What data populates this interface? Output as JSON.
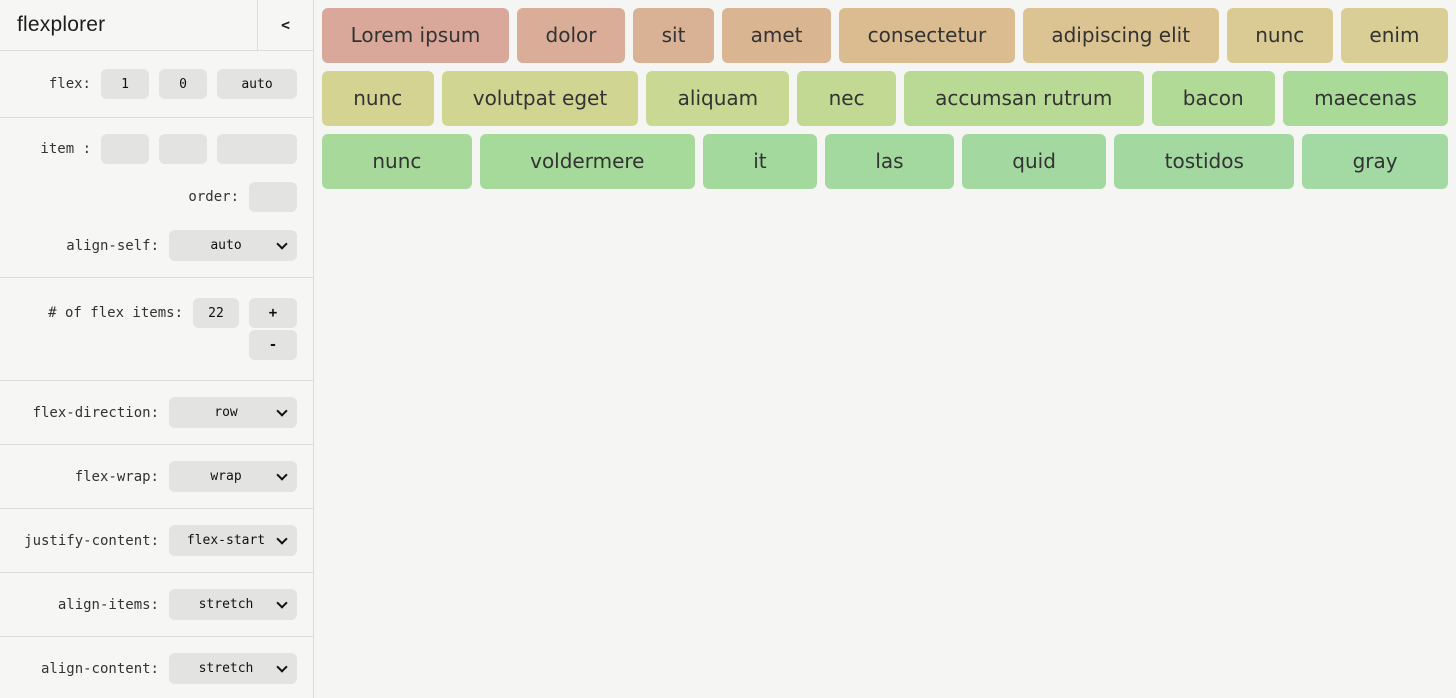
{
  "app": {
    "title": "flexplorer",
    "collapse_icon": "<"
  },
  "controls": {
    "flex": {
      "label": "flex:",
      "grow": "1",
      "shrink": "0",
      "basis": "auto"
    },
    "item": {
      "label": "item :",
      "grow": "",
      "shrink": "",
      "basis": ""
    },
    "order": {
      "label": "order:",
      "value": ""
    },
    "align_self": {
      "label": "align-self:",
      "value": "auto"
    },
    "count": {
      "label": "# of flex items:",
      "value": "22",
      "increment": "+",
      "decrement": "-"
    },
    "flex_direction": {
      "label": "flex-direction:",
      "value": "row"
    },
    "flex_wrap": {
      "label": "flex-wrap:",
      "value": "wrap"
    },
    "justify_content": {
      "label": "justify-content:",
      "value": "flex-start"
    },
    "align_items": {
      "label": "align-items:",
      "value": "stretch"
    },
    "align_content": {
      "label": "align-content:",
      "value": "stretch"
    }
  },
  "flex_items": {
    "text_color": "#333333",
    "rows": [
      {
        "items": [
          {
            "label": "Lorem ipsum",
            "color": "#daa89a"
          },
          {
            "label": "dolor",
            "color": "#d9ad97"
          },
          {
            "label": "sit",
            "color": "#d9b194"
          },
          {
            "label": "amet",
            "color": "#dab591"
          },
          {
            "label": "consectetur",
            "color": "#dabc90"
          },
          {
            "label": "adipiscing elit",
            "color": "#dbc392"
          },
          {
            "label": "nunc",
            "color": "#daca93"
          },
          {
            "label": "enim",
            "color": "#d9cf96"
          }
        ]
      },
      {
        "items": [
          {
            "label": "nunc",
            "color": "#d5d392"
          },
          {
            "label": "volutpat eget",
            "color": "#d0d692"
          },
          {
            "label": "aliquam",
            "color": "#c9d892"
          },
          {
            "label": "nec",
            "color": "#c1d993"
          },
          {
            "label": "accumsan rutrum",
            "color": "#b9da94"
          },
          {
            "label": "bacon",
            "color": "#b1da96"
          },
          {
            "label": "maecenas",
            "color": "#aada98"
          }
        ]
      },
      {
        "items": [
          {
            "label": "nunc",
            "color": "#a7da9a"
          },
          {
            "label": "voldermere",
            "color": "#a5da9b"
          },
          {
            "label": "it",
            "color": "#a4d99d"
          },
          {
            "label": "las",
            "color": "#a3d99e"
          },
          {
            "label": "quid",
            "color": "#a3d9a0"
          },
          {
            "label": "tostidos",
            "color": "#a3d9a1"
          },
          {
            "label": "gray",
            "color": "#a3d9a3"
          }
        ]
      }
    ]
  }
}
